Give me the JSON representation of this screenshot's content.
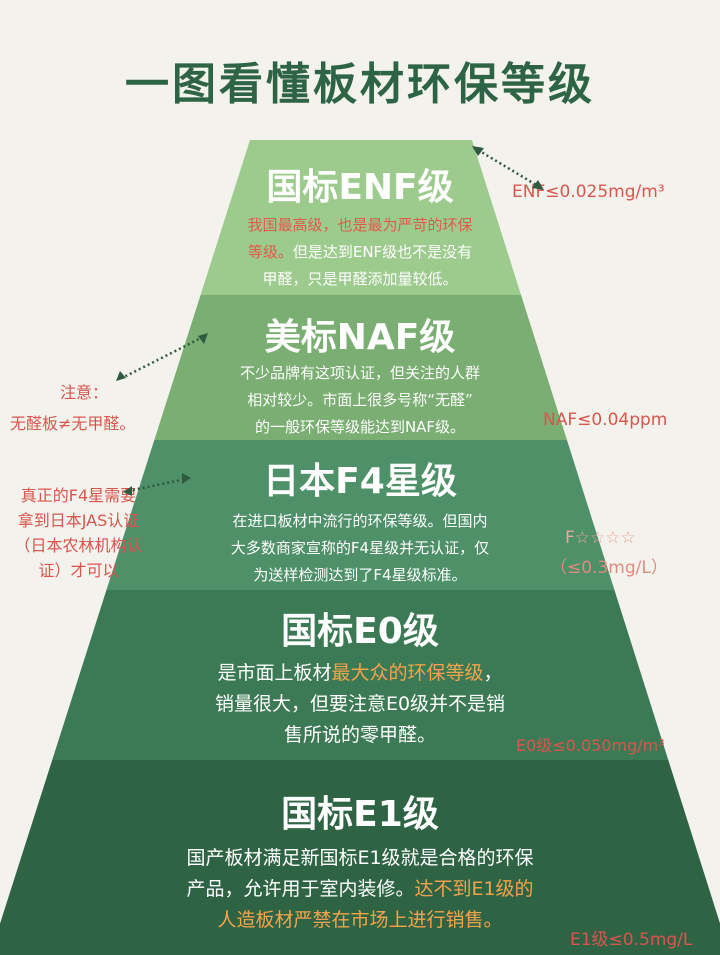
{
  "title": "一图看懂板材环保等级",
  "colors": {
    "enf": "#9dcb8e",
    "naf": "#7aae72",
    "f4": "#4e9169",
    "e0": "#3c7a55",
    "e1": "#2e6444",
    "title": "#2d6445",
    "red": "#e05a4c",
    "orange": "#f5a34a"
  },
  "tiers": [
    {
      "heading": "国标ENF级",
      "red": "我国最高级，也是最为严苛的环保",
      "red2": "等级。",
      "line2": "但是达到ENF级也不是没有",
      "line3": "甲醛，只是甲醛添加量较低。",
      "limit": "ENF≤0.025mg/m³"
    },
    {
      "heading": "美标NAF级",
      "line1": "不少品牌有这项认证，但关注的人群",
      "line2": "相对较少。市面上很多号称“无醛”",
      "line3": "的一般环保等级能达到NAF级。",
      "limit": "NAF≤0.04ppm",
      "note1": "注意：",
      "note2": "无醛板≠无甲醛。"
    },
    {
      "heading": "日本F4星级",
      "line1": "在进口板材中流行的环保等级。但国内",
      "line2": "大多数商家宣称的F4星级并无认证，仅",
      "line3": "为送样检测达到了F4星级标准。",
      "limit1": "F☆☆☆☆",
      "limit2": "（≤0.3mg/L）",
      "note1": "真正的F4星需要",
      "note2": "拿到日本JAS认证",
      "note3": "（日本农林机构认",
      "note4": "证）才可以"
    },
    {
      "heading": "国标E0级",
      "line1a": "是市面上板材",
      "line1b": "最大众的环保等级",
      "line1c": "，",
      "line2": "销量很大，但要注意E0级并不是销",
      "line3": "售所说的零甲醛。",
      "limit": "E0级≤0.050mg/m³"
    },
    {
      "heading": "国标E1级",
      "line1": "国产板材满足新国标E1级就是合格的环保",
      "line2a": "产品，允许用于室内装修。",
      "line2b": "达不到E1级的",
      "line3": "人造板材严禁在市场上进行销售。",
      "limit": "E1级≤0.5mg/L"
    }
  ]
}
